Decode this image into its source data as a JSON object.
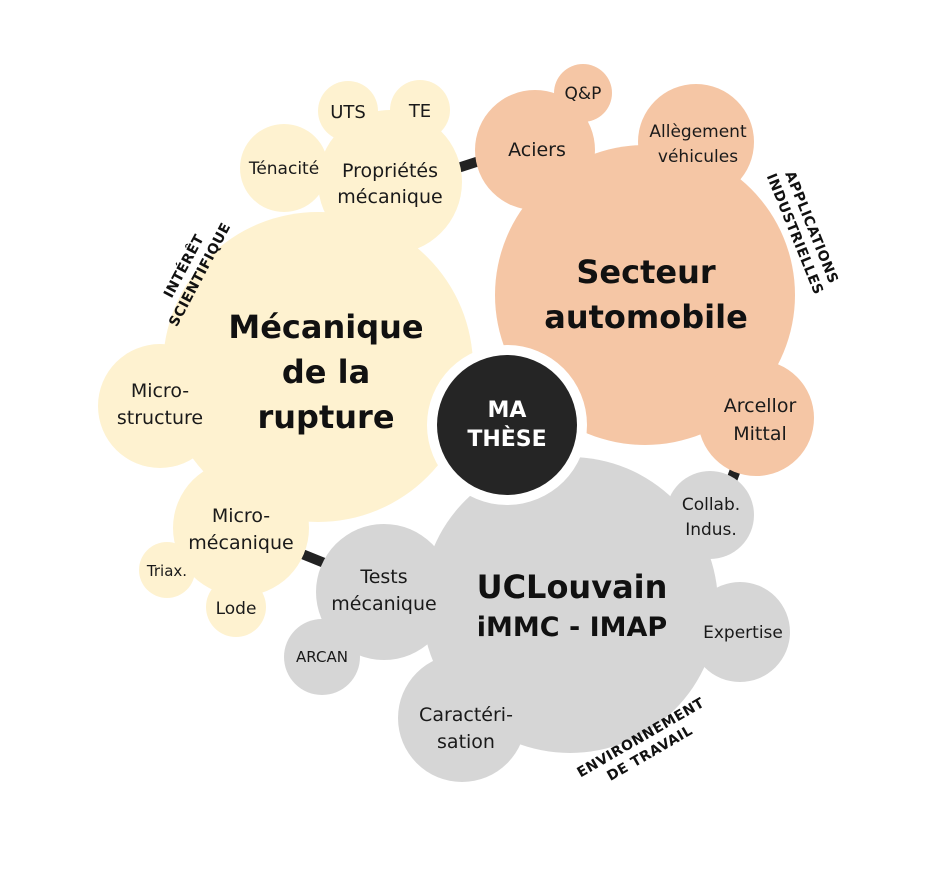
{
  "colors": {
    "yellow": "#fef2d0",
    "peach": "#f5c6a5",
    "gray": "#d6d6d6",
    "dark": "#252525",
    "link": "#222222"
  },
  "center": {
    "line1": "MA",
    "line2": "THÈSE"
  },
  "clusters": {
    "mechanics": {
      "title": [
        "Mécanique",
        "de la",
        "rupture"
      ],
      "arc_label": [
        "INTÉRÊT",
        "SCIENTIFIQUE"
      ],
      "nodes": {
        "props": [
          "Propriétés",
          "mécanique"
        ],
        "uts": "UTS",
        "te": "TE",
        "tenacite": "Ténacité",
        "micro_structure": [
          "Micro-",
          "structure"
        ],
        "micro_mecanique": [
          "Micro-",
          "mécanique"
        ],
        "triax": "Triax.",
        "lode": "Lode"
      }
    },
    "automotive": {
      "title": [
        "Secteur",
        "automobile"
      ],
      "arc_label": [
        "APPLICATIONS",
        "INDUSTRIELLES"
      ],
      "nodes": {
        "aciers": "Aciers",
        "qp": "Q&P",
        "allegement": [
          "Allègement",
          "véhicules"
        ],
        "arcellor": [
          "Arcellor",
          "Mittal"
        ]
      }
    },
    "university": {
      "title": [
        "UCLouvain",
        "iMMC - IMAP"
      ],
      "arc_label": [
        "ENVIRONNEMENT",
        "DE TRAVAIL"
      ],
      "nodes": {
        "collab": [
          "Collab.",
          "Indus."
        ],
        "expertise": "Expertise",
        "tests": [
          "Tests",
          "mécanique"
        ],
        "arcan": "ARCAN",
        "caracterisation": [
          "Caractéri-",
          "sation"
        ]
      }
    }
  }
}
